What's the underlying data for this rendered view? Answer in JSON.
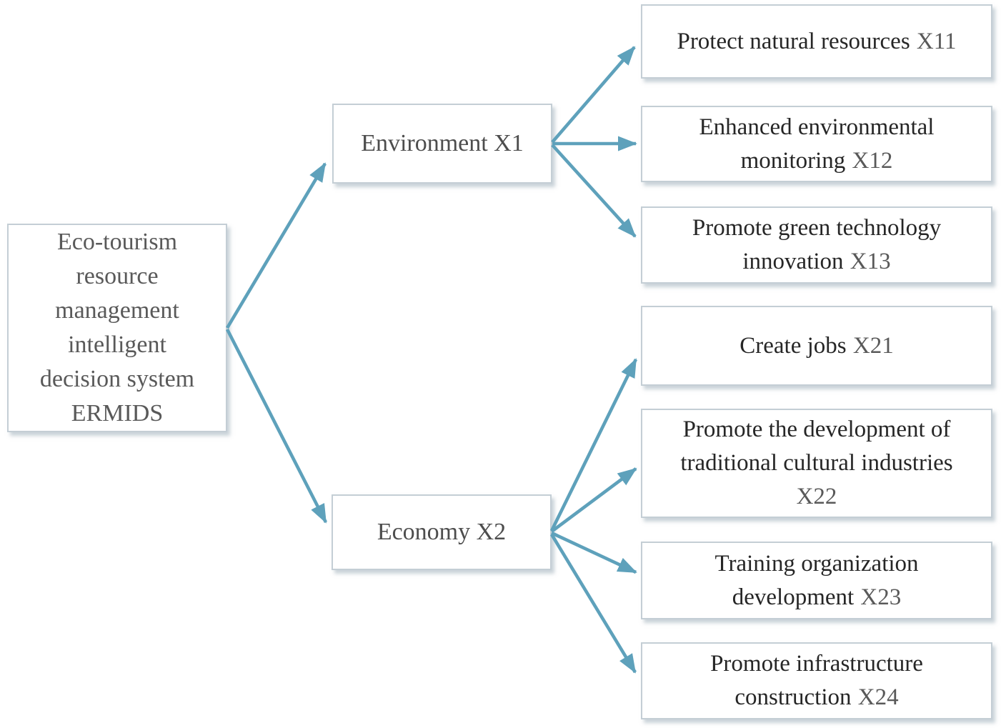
{
  "diagram": {
    "type": "hierarchy",
    "colors": {
      "arrow": "#5ea1bb",
      "box_border": "#c4ced5",
      "box_fill": "#ffffff",
      "leaf_text": "#262626",
      "muted_text": "#595959"
    },
    "nodes": {
      "root": {
        "id": "root",
        "lines": [
          {
            "text": "Eco-tourism"
          },
          {
            "text": "resource"
          },
          {
            "text": "management"
          },
          {
            "text": "intelligent"
          },
          {
            "text": "decision system"
          },
          {
            "text": "ERMIDS"
          }
        ]
      },
      "x1": {
        "id": "x1",
        "lines": [
          {
            "text": "Environment X1"
          }
        ]
      },
      "x2": {
        "id": "x2",
        "lines": [
          {
            "text": "Economy X2"
          }
        ]
      },
      "x11": {
        "id": "x11",
        "lines": [
          {
            "text": "Protect natural resources",
            "code": "X11"
          }
        ]
      },
      "x12": {
        "id": "x12",
        "lines": [
          {
            "text": "Enhanced environmental"
          },
          {
            "text": "monitoring",
            "code": "X12"
          }
        ]
      },
      "x13": {
        "id": "x13",
        "lines": [
          {
            "text": "Promote green technology"
          },
          {
            "text": "innovation",
            "code": "X13"
          }
        ]
      },
      "x21": {
        "id": "x21",
        "lines": [
          {
            "text": "Create jobs",
            "code": "X21"
          }
        ]
      },
      "x22": {
        "id": "x22",
        "lines": [
          {
            "text": "Promote the development of"
          },
          {
            "text": "traditional cultural industries"
          },
          {
            "code": "X22"
          }
        ]
      },
      "x23": {
        "id": "x23",
        "lines": [
          {
            "text": "Training organization"
          },
          {
            "text": "development",
            "code": "X23"
          }
        ]
      },
      "x24": {
        "id": "x24",
        "lines": [
          {
            "text": "Promote infrastructure"
          },
          {
            "text": "construction",
            "code": "X24"
          }
        ]
      }
    },
    "edges": [
      {
        "from": "root",
        "to": "x1"
      },
      {
        "from": "root",
        "to": "x2"
      },
      {
        "from": "x1",
        "to": "x11"
      },
      {
        "from": "x1",
        "to": "x12"
      },
      {
        "from": "x1",
        "to": "x13"
      },
      {
        "from": "x2",
        "to": "x21"
      },
      {
        "from": "x2",
        "to": "x22"
      },
      {
        "from": "x2",
        "to": "x23"
      },
      {
        "from": "x2",
        "to": "x24"
      }
    ]
  }
}
